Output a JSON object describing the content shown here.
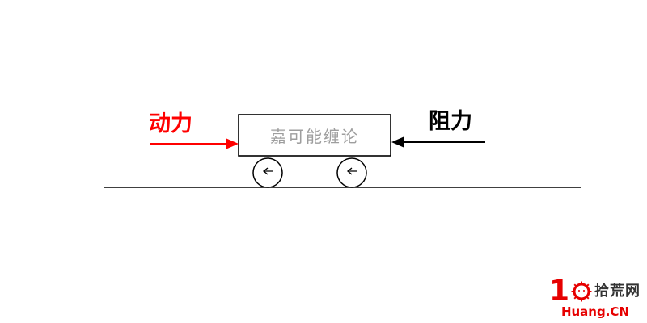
{
  "diagram": {
    "cart_label": "嘉可能缠论",
    "driving_force_label": "动力",
    "resistance_label": "阻力",
    "colors": {
      "driving_force_arrow": "#ff0000",
      "resistance_arrow": "#000000",
      "cart_text": "#9e9e9e",
      "outline": "#000000"
    }
  },
  "watermark": {
    "big_number": "1",
    "site_name": "拾荒网",
    "domain": "Huang.CN",
    "accent_color": "#e60000"
  }
}
